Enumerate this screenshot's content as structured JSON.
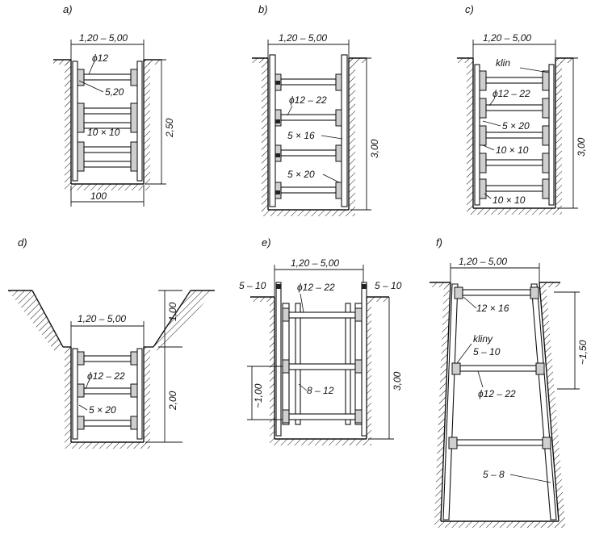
{
  "panels": [
    {
      "id": "a",
      "title": "a)",
      "width_dim": "1,20 – 5,00",
      "depth_dim": "2,50",
      "bottom_dim": "100",
      "labels": [
        "ϕ12",
        "5,20",
        "10 × 10"
      ]
    },
    {
      "id": "b",
      "title": "b)",
      "width_dim": "1,20 – 5,00",
      "depth_dim": "3,00",
      "labels": [
        "ϕ12 – 22",
        "5 × 16",
        "5 × 20"
      ]
    },
    {
      "id": "c",
      "title": "c)",
      "width_dim": "1,20 – 5,00",
      "depth_dim": "3,00",
      "labels": [
        "klin",
        "ϕ12 – 22",
        "5 × 20",
        "10 × 10",
        "10 × 10"
      ]
    },
    {
      "id": "d",
      "title": "d)",
      "width_dim": "1,20 – 5,00",
      "upper_depth_dim": "1,00",
      "lower_depth_dim": "2,00",
      "labels": [
        "ϕ12 – 22",
        "5 × 20"
      ]
    },
    {
      "id": "e",
      "title": "e)",
      "width_dim": "1,20 – 5,00",
      "depth_dim": "3,00",
      "spacing_dim": "~1,00",
      "labels": [
        "5 – 10",
        "5 – 10",
        "ϕ12 – 22",
        "8 – 12"
      ]
    },
    {
      "id": "f",
      "title": "f)",
      "width_dim": "1,20 – 5,00",
      "spacing_dim": "~1,50",
      "labels": [
        "12 × 16",
        "kliny",
        "5 – 10",
        "ϕ12 – 22",
        "5 – 8"
      ]
    }
  ]
}
